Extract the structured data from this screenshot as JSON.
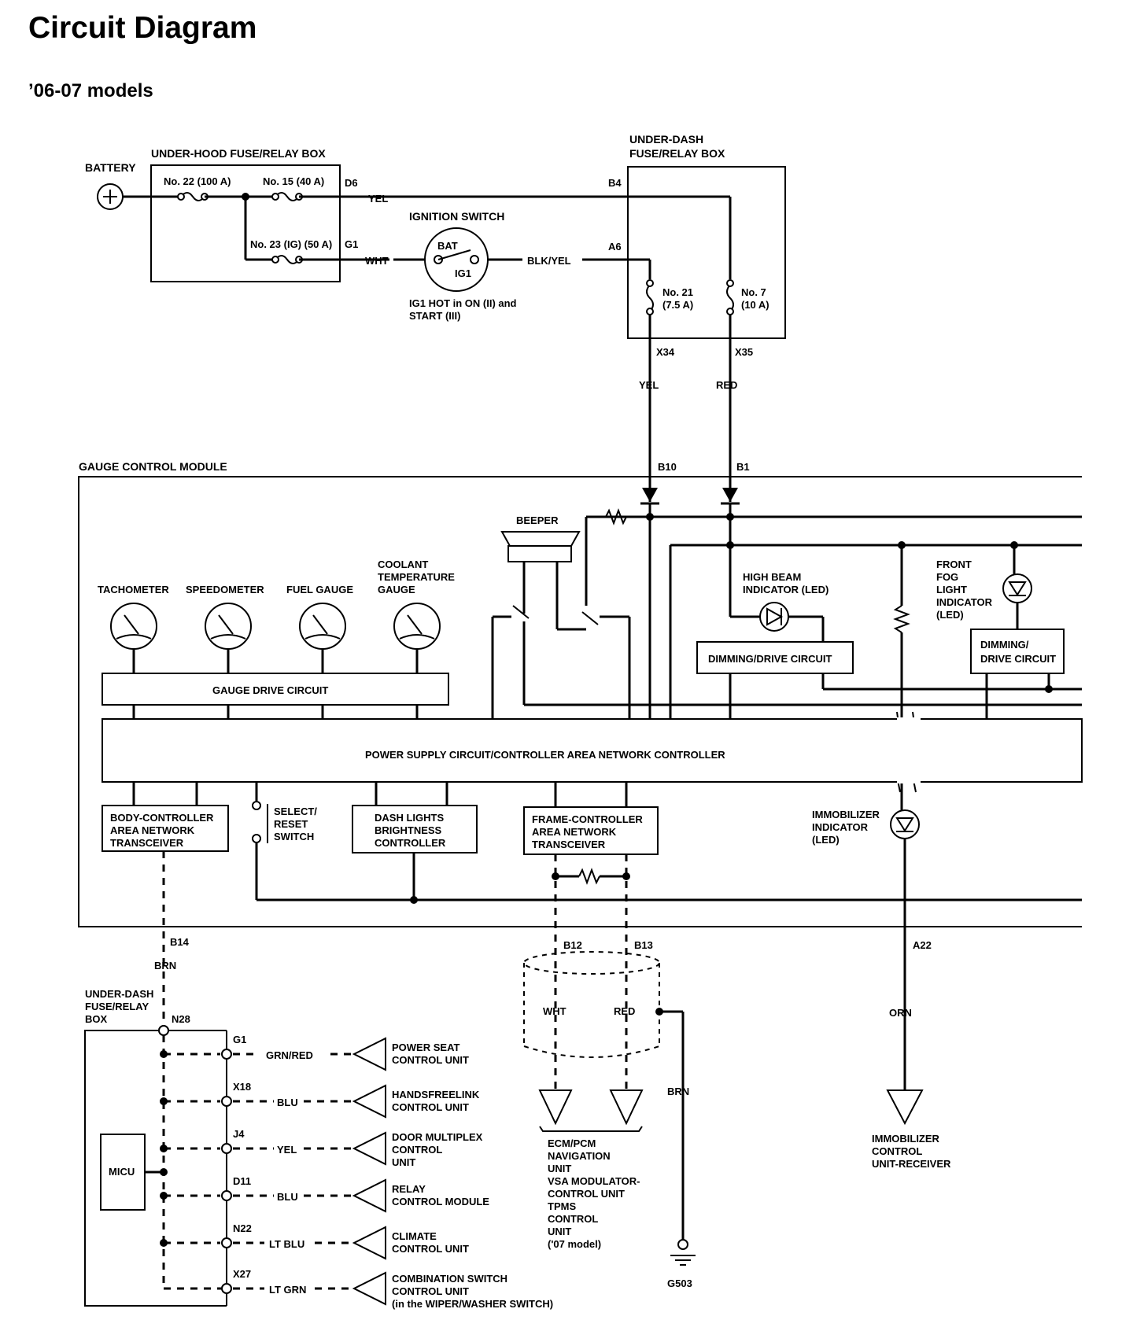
{
  "title": "Circuit Diagram",
  "subtitle": "’06-07 models",
  "power": {
    "battery": "BATTERY",
    "underhood_box": "UNDER-HOOD FUSE/RELAY BOX",
    "fuse22": "No. 22 (100 A)",
    "fuse15": "No. 15 (40 A)",
    "fuse23": "No. 23 (IG) (50 A)",
    "d6": "D6",
    "g1": "G1",
    "yel": "YEL",
    "wht": "WHT",
    "ignition_switch": "IGNITION SWITCH",
    "bat": "BAT",
    "ig1": "IG1",
    "blk_yel": "BLK/YEL",
    "ig1_note_1": "IG1 HOT in ON (II) and",
    "ig1_note_2": "START (III)",
    "underdash_box_1": "UNDER-DASH",
    "underdash_box_2": "FUSE/RELAY BOX",
    "b4": "B4",
    "a6": "A6",
    "fuse21_1": "No. 21",
    "fuse21_2": "(7.5 A)",
    "fuse7_1": "No. 7",
    "fuse7_2": "(10 A)",
    "x34": "X34",
    "x35": "X35",
    "yel2": "YEL",
    "red": "RED"
  },
  "gcm": {
    "title": "GAUGE CONTROL MODULE",
    "b10": "B10",
    "b1": "B1",
    "beeper": "BEEPER",
    "tachometer": "TACHOMETER",
    "speedometer": "SPEEDOMETER",
    "fuel_gauge": "FUEL GAUGE",
    "coolant_1": "COOLANT",
    "coolant_2": "TEMPERATURE",
    "coolant_3": "GAUGE",
    "high_beam_1": "HIGH BEAM",
    "high_beam_2": "INDICATOR (LED)",
    "front_fog_1": "FRONT",
    "front_fog_2": "FOG",
    "front_fog_3": "LIGHT",
    "front_fog_4": "INDICATOR",
    "front_fog_5": "(LED)",
    "dimming1": "DIMMING/DRIVE CIRCUIT",
    "dimming2_1": "DIMMING/",
    "dimming2_2": "DRIVE CIRCUIT",
    "gauge_drive": "GAUGE DRIVE CIRCUIT",
    "power_supply": "POWER SUPPLY CIRCUIT/CONTROLLER AREA NETWORK CONTROLLER",
    "body_can_1": "BODY-CONTROLLER",
    "body_can_2": "AREA NETWORK",
    "body_can_3": "TRANSCEIVER",
    "select_1": "SELECT/",
    "select_2": "RESET",
    "select_3": "SWITCH",
    "dash_lights_1": "DASH LIGHTS",
    "dash_lights_2": "BRIGHTNESS",
    "dash_lights_3": "CONTROLLER",
    "frame_can_1": "FRAME-CONTROLLER",
    "frame_can_2": "AREA NETWORK",
    "frame_can_3": "TRANSCEIVER",
    "immobilizer_1": "IMMOBILIZER",
    "immobilizer_2": "INDICATOR",
    "immobilizer_3": "(LED)"
  },
  "lower": {
    "b14": "B14",
    "brn": "BRN",
    "b12": "B12",
    "b13": "B13",
    "a22": "A22",
    "wht": "WHT",
    "red": "RED",
    "brn2": "BRN",
    "orn": "ORN",
    "g503": "G503",
    "underdash_1": "UNDER-DASH",
    "underdash_2": "FUSE/RELAY",
    "underdash_3": "BOX",
    "n28": "N28",
    "micu": "MICU",
    "imm_ctrl_1": "IMMOBILIZER",
    "imm_ctrl_2": "CONTROL",
    "imm_ctrl_3": "UNIT-RECEIVER",
    "ecm_1": "ECM/PCM",
    "ecm_2": "NAVIGATION",
    "ecm_3": "UNIT",
    "ecm_4": "VSA MODULATOR-",
    "ecm_5": "CONTROL UNIT",
    "ecm_6": "TPMS",
    "ecm_7": "CONTROL",
    "ecm_8": "UNIT",
    "ecm_9": "('07 model)",
    "connectors": [
      {
        "pin": "G1",
        "wire": "GRN/RED",
        "unit_1": "POWER SEAT",
        "unit_2": "CONTROL UNIT",
        "unit_3": ""
      },
      {
        "pin": "X18",
        "wire": "BLU",
        "unit_1": "HANDSFREELINK",
        "unit_2": "CONTROL UNIT",
        "unit_3": ""
      },
      {
        "pin": "J4",
        "wire": "YEL",
        "unit_1": "DOOR MULTIPLEX",
        "unit_2": "CONTROL",
        "unit_3": "UNIT"
      },
      {
        "pin": "D11",
        "wire": "BLU",
        "unit_1": "RELAY",
        "unit_2": "CONTROL MODULE",
        "unit_3": ""
      },
      {
        "pin": "N22",
        "wire": "LT BLU",
        "unit_1": "CLIMATE",
        "unit_2": "CONTROL UNIT",
        "unit_3": ""
      },
      {
        "pin": "X27",
        "wire": "LT GRN",
        "unit_1": "COMBINATION SWITCH",
        "unit_2": "CONTROL UNIT",
        "unit_3": "(in the WIPER/WASHER SWITCH)"
      }
    ]
  }
}
